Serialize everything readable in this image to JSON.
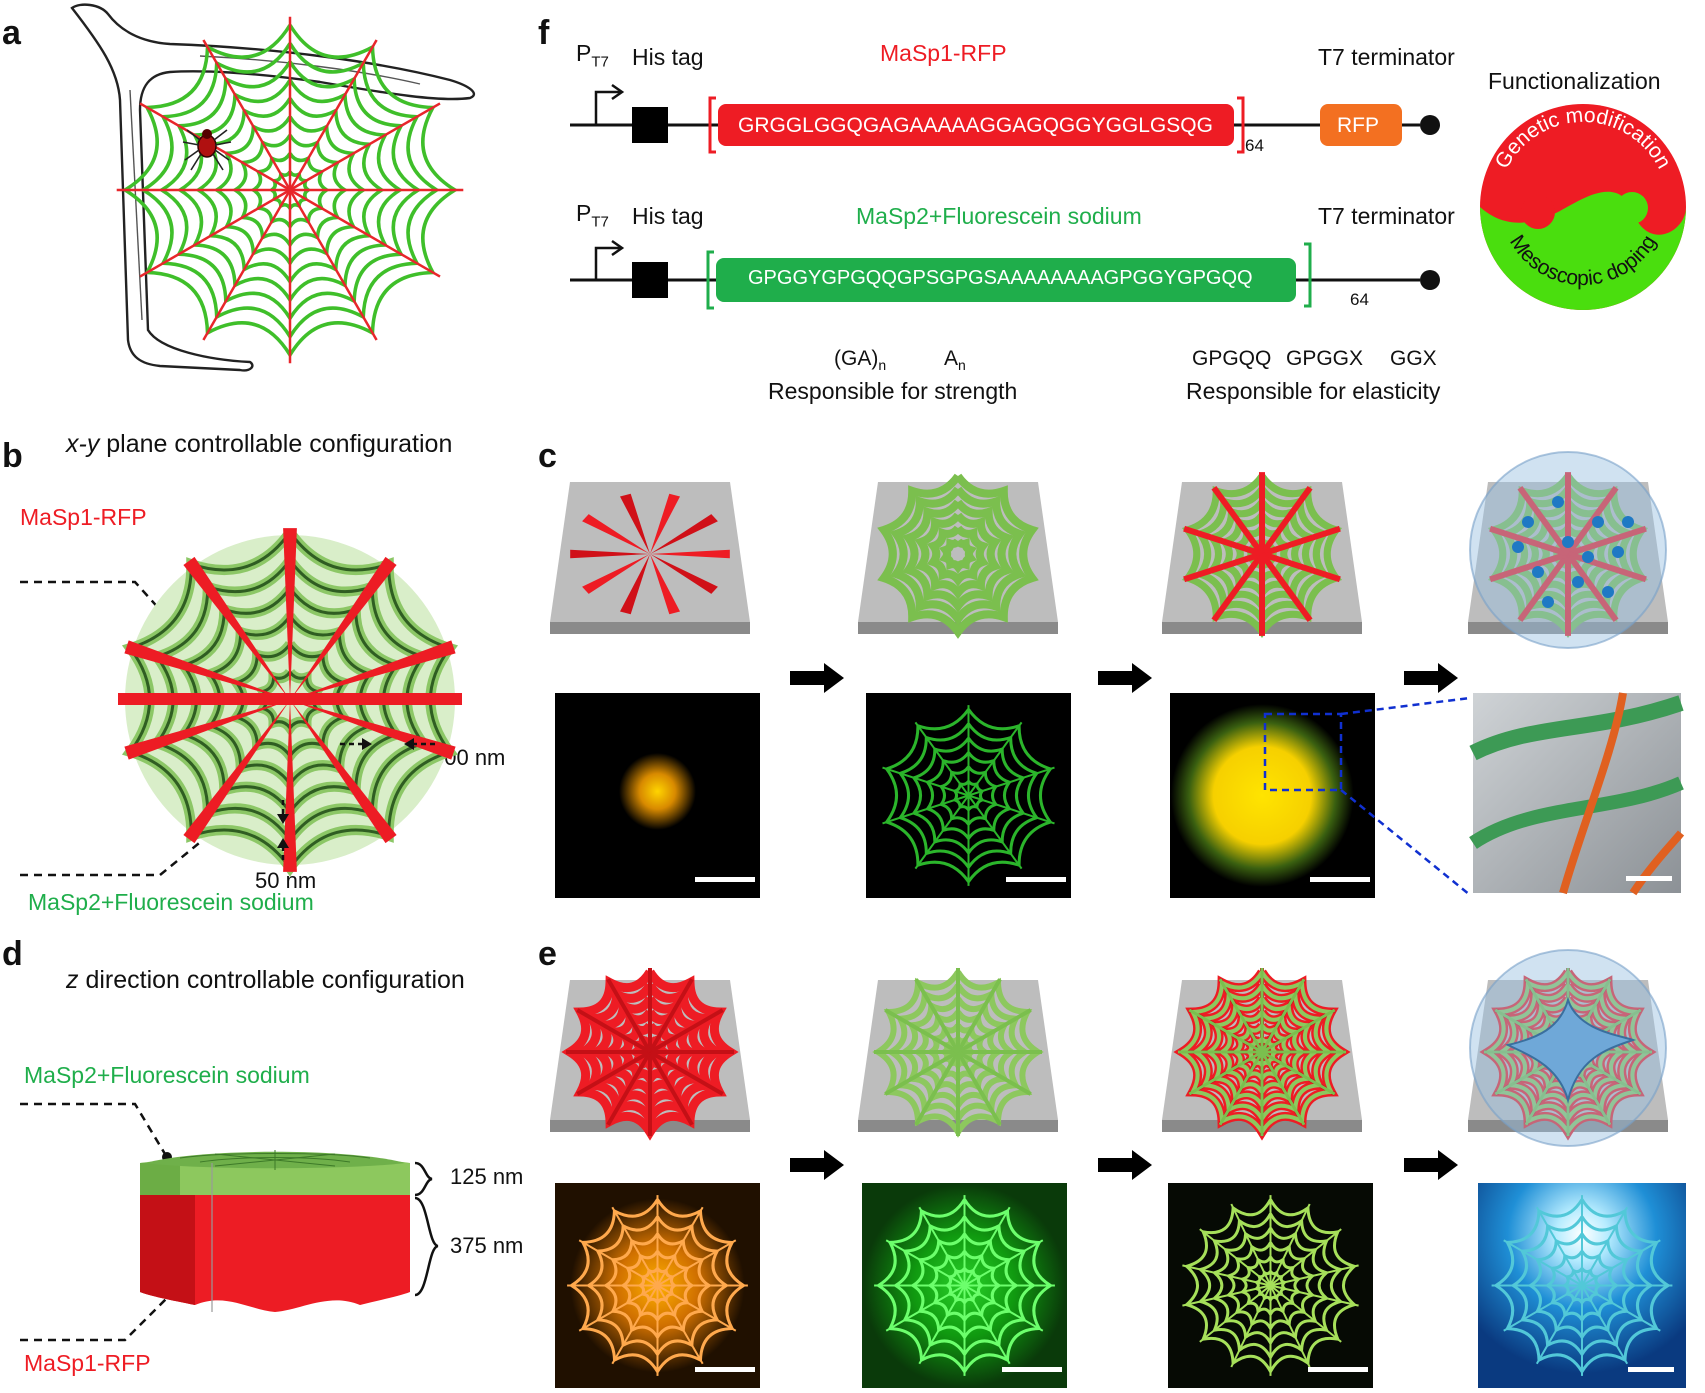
{
  "panels": {
    "a": "a",
    "b": "b",
    "c": "c",
    "d": "d",
    "e": "e",
    "f": "f"
  },
  "colors": {
    "masp1": "#ee1c24",
    "masp2": "#1fae4b",
    "rfp": "#f37021",
    "dark_green": "#22a84a"
  },
  "b": {
    "title_italic": "x-y",
    "title_rest": " plane controllable configuration",
    "label_top": "MaSp1-RFP",
    "label_bottom": "MaSp2+Fluorescein sodium",
    "dim_right": "500 nm",
    "dim_bottom": "50 nm"
  },
  "d": {
    "title_italic": "z",
    "title_rest": " direction controllable configuration",
    "label_top": "MaSp2+Fluorescein sodium",
    "label_bottom": "MaSp1-RFP",
    "dim_upper": "125 nm",
    "dim_lower": "375 nm"
  },
  "f": {
    "promoter": "P",
    "promoter_sub": "T7",
    "his_tag": "His tag",
    "terminator": "T7 terminator",
    "row1_name": "MaSp1-RFP",
    "row1_seq": "GRGGLGGQGAGAAAAAGGAGQGGYGGLGSQG",
    "row1_repeat": "64",
    "row1_extra": "RFP",
    "row2_name": "MaSp2+Fluorescein sodium",
    "row2_seq": "GPGGYGPGQQGPSGPGSAAAAAAAAGPGGYGPGQQ",
    "row2_repeat": "64",
    "motif1": "(GA)",
    "motif1_sub": "n",
    "motif2": "A",
    "motif2_sub": "n",
    "strength": "Responsible for strength",
    "motif3": "GPGQQ",
    "motif4": "GPGGX",
    "motif5": "GGX",
    "elasticity": "Responsible for elasticity",
    "functionalization": "Functionalization",
    "genetic": "Genetic modification",
    "mesoscopic": "Mesoscopic doping"
  },
  "icons": [
    "spider-web-icon",
    "spider-icon",
    "arrow-right-icon",
    "yin-yang-icon",
    "promoter-arrow-icon",
    "terminator-icon"
  ]
}
